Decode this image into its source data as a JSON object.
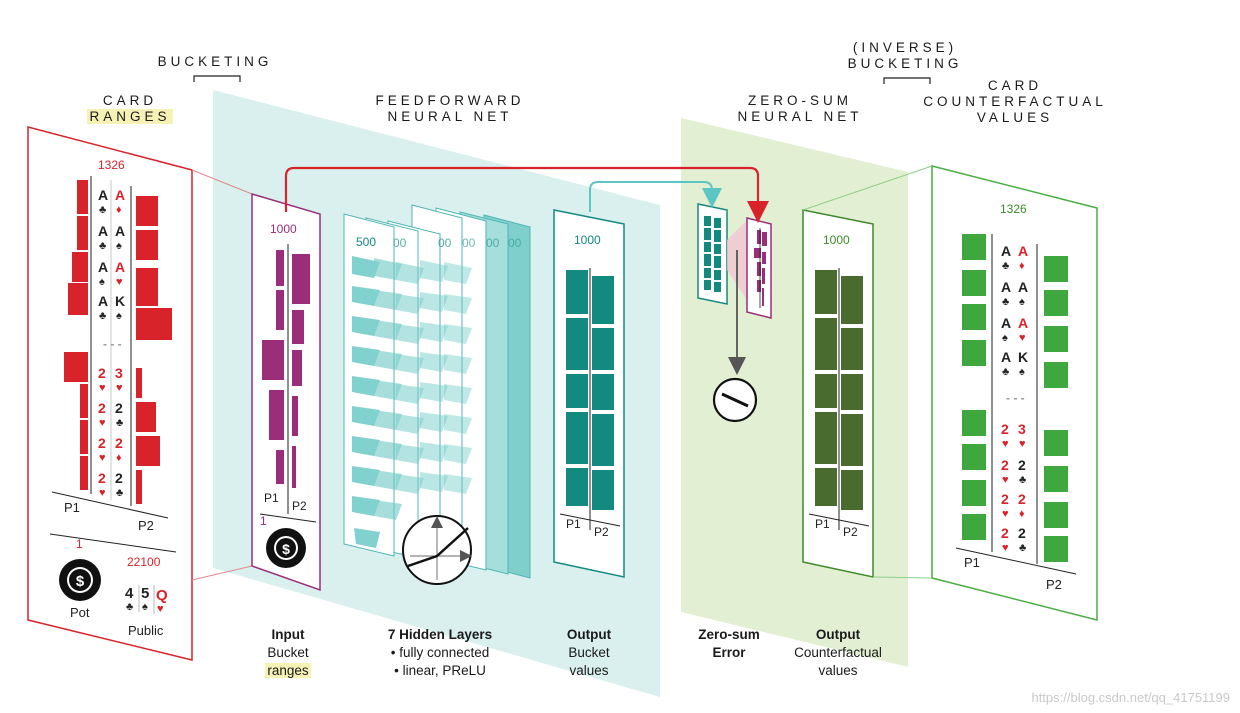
{
  "headers": {
    "card_ranges": [
      "CARD",
      "RANGES"
    ],
    "bucketing": "BUCKETING",
    "feedforward": [
      "FEEDFORWARD",
      "NEURAL NET"
    ],
    "zero_sum": [
      "ZERO-SUM",
      "NEURAL NET"
    ],
    "inverse_bucketing": [
      "(INVERSE)",
      "BUCKETING"
    ],
    "counterfactual": [
      "CARD",
      "COUNTERFACTUAL",
      "VALUES"
    ]
  },
  "left_panel": {
    "count": "1326",
    "p1": "P1",
    "p2": "P2",
    "pot_value": "1",
    "pot_label": "Pot",
    "public_value": "22100",
    "public_label": "Public",
    "ellipsis": "- - -"
  },
  "input_panel": {
    "count": "1000",
    "p1": "P1",
    "p2": "P2",
    "pot_value": "1"
  },
  "hidden_panel": {
    "count": "500",
    "partial": "00"
  },
  "output_panel": {
    "count": "1000",
    "p1": "P1",
    "p2": "P2"
  },
  "zero_sum_panel": {
    "count": "1000",
    "p1": "P1",
    "p2": "P2"
  },
  "right_panel": {
    "count": "1326",
    "p1": "P1",
    "p2": "P2",
    "ellipsis": "- - -"
  },
  "captions": {
    "input": {
      "title": "Input",
      "line1": "Bucket",
      "line2": "ranges"
    },
    "hidden": {
      "title": "7 Hidden Layers",
      "line1": "• fully connected",
      "line2": "• linear, PReLU"
    },
    "output": {
      "title": "Output",
      "line1": "Bucket",
      "line2": "values"
    },
    "error": {
      "title": "Zero-sum",
      "line1": "Error"
    },
    "counterfactual": {
      "title": "Output",
      "line1": "Counterfactual",
      "line2": "values"
    }
  },
  "hands": [
    {
      "r1": "A",
      "s1": "♣",
      "r2": "A",
      "s2": "♦"
    },
    {
      "r1": "A",
      "s1": "♣",
      "r2": "A",
      "s2": "♠"
    },
    {
      "r1": "A",
      "s1": "♠",
      "r2": "A",
      "s2": "♥"
    },
    {
      "r1": "A",
      "s1": "♣",
      "r2": "K",
      "s2": "♠"
    },
    {
      "r1": "2",
      "s1": "♥",
      "r2": "3",
      "s2": "♥"
    },
    {
      "r1": "2",
      "s1": "♥",
      "r2": "2",
      "s2": "♣"
    },
    {
      "r1": "2",
      "s1": "♥",
      "r2": "2",
      "s2": "♦"
    },
    {
      "r1": "2",
      "s1": "♥",
      "r2": "2",
      "s2": "♣"
    }
  ],
  "public_cards": [
    {
      "rank": "4",
      "suit": "♣"
    },
    {
      "rank": "5",
      "suit": "♠"
    },
    {
      "rank": "Q",
      "suit": "♥"
    }
  ],
  "watermark": "https://blog.csdn.net/qq_41751199",
  "colors": {
    "red": "#d9232a",
    "purple": "#9b2e7a",
    "teal": "#138a80",
    "teal_light": "#5cc6c4",
    "green": "#3ea83e",
    "dark_green": "#4a6b2f",
    "plane_teal": "#d9f0ef",
    "plane_green": "#e3efd3"
  }
}
